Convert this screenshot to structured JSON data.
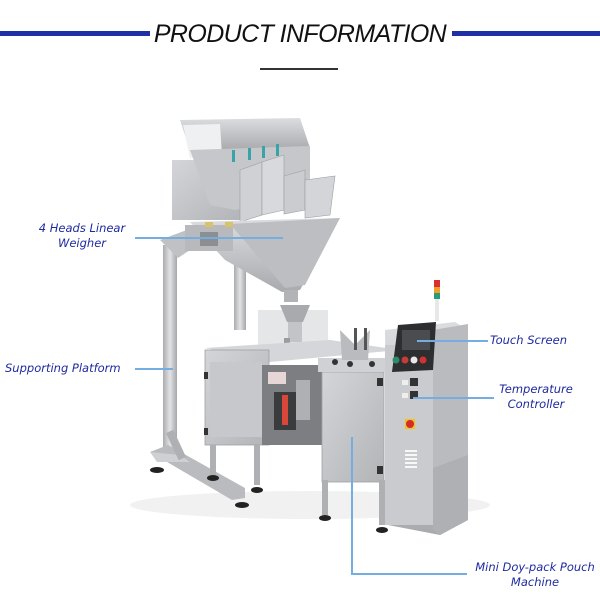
{
  "header": {
    "title": "PRODUCT INFORMATION",
    "accent_color": "#1f2fa6"
  },
  "callouts": [
    {
      "id": "weigher",
      "lines": [
        "4 Heads Linear",
        "Weigher"
      ]
    },
    {
      "id": "platform",
      "lines": [
        "Supporting Platform"
      ]
    },
    {
      "id": "touch-screen",
      "lines": [
        "Touch Screen"
      ]
    },
    {
      "id": "temp-controller",
      "lines": [
        "Temperature",
        "Controller"
      ]
    },
    {
      "id": "pouch-machine",
      "lines": [
        "Mini Doy-pack Pouch",
        "Machine"
      ]
    }
  ],
  "colors": {
    "label_text": "#1e2aa0",
    "leader_line": "#74aee0",
    "steel": "#c8c9cb"
  },
  "machine": {
    "description": "Stainless steel 4-head linear weigher mounted on supporting platform above mini doy-pack pouch packing machine",
    "signal_tower": [
      "red",
      "orange",
      "green"
    ]
  }
}
